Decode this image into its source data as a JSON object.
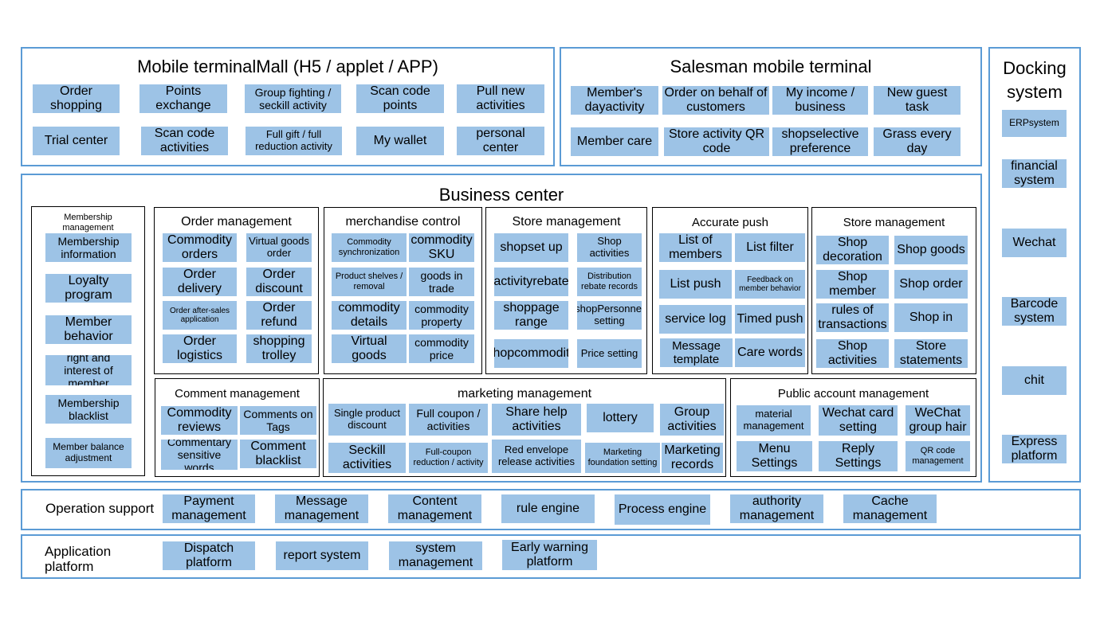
{
  "mobile_mall": {
    "title": "Mobile terminalMall (H5 / applet / APP)",
    "items": [
      "Order shopping",
      "Points exchange",
      "Group fighting / seckill activity",
      "Scan code points",
      "Pull new activities",
      "Trial center",
      "Scan code activities",
      "Full gift / full reduction activity",
      "My wallet",
      "personal center"
    ]
  },
  "salesman": {
    "title": "Salesman mobile terminal",
    "items": [
      "Member's dayactivity",
      "Order on behalf of customers",
      "My income / business",
      "New guest task",
      "Member care",
      "Store activity QR code",
      "shopselective preference",
      "Grass every day"
    ]
  },
  "docking": {
    "title": "Docking system",
    "items": [
      "ERPsystem",
      "financial system",
      "Wechat",
      "Barcode system",
      "chit",
      "Express platform"
    ]
  },
  "business_center": {
    "title": "Business center",
    "membership": {
      "title": "Membership management",
      "items": [
        "Membership information",
        "Loyalty program",
        "Member behavior",
        "right and interest of member",
        "Membership blacklist",
        "Member balance adjustment"
      ]
    },
    "order_management": {
      "title": "Order management",
      "items": [
        "Commodity orders",
        "Virtual goods order",
        "Order delivery",
        "Order discount",
        "Order after-sales application",
        "Order refund",
        "Order logistics",
        "shopping trolley"
      ]
    },
    "merchandise": {
      "title": "merchandise control",
      "items": [
        "Commodity synchronization",
        "commodity SKU",
        "Product shelves / removal",
        "goods in trade",
        "commodity details",
        "commodity property",
        "Virtual goods",
        "commodity price"
      ]
    },
    "store_mgmt_1": {
      "title": "Store management",
      "items": [
        "shopset up",
        "Shop activities",
        "activityrebate",
        "Distribution rebate records",
        "shoppage range",
        "shopPersonnel setting",
        "shopcommodity",
        "Price setting"
      ]
    },
    "accurate_push": {
      "title": "Accurate push",
      "items": [
        "List of members",
        "List filter",
        "List push",
        "Feedback on member behavior",
        "service log",
        "Timed push",
        "Message template",
        "Care words"
      ]
    },
    "store_mgmt_2": {
      "title": "Store management",
      "items": [
        "Shop decoration",
        "Shop goods",
        "Shop member",
        "Shop order",
        "rules of transactions",
        "Shop in",
        "Shop activities",
        "Store statements"
      ]
    },
    "comment_management": {
      "title": "Comment management",
      "items": [
        "Commodity reviews",
        "Comments on Tags",
        "Commentary sensitive words",
        "Comment blacklist"
      ]
    },
    "marketing": {
      "title": "marketing management",
      "items": [
        "Single product discount",
        "Full coupon / activities",
        "Share help activities",
        "lottery",
        "Group activities",
        "Seckill activities",
        "Full-coupon reduction / activity",
        "Red envelope release activities",
        "Marketing foundation setting",
        "Marketing records"
      ]
    },
    "public_account": {
      "title": "Public account management",
      "items": [
        "material management",
        "Wechat card setting",
        "WeChat group hair",
        "Menu Settings",
        "Reply Settings",
        "QR code management"
      ]
    }
  },
  "operation_support": {
    "label": "Operation support",
    "items": [
      "Payment management",
      "Message management",
      "Content management",
      "rule engine",
      "Process engine",
      "authority management",
      "Cache management"
    ]
  },
  "application_platform": {
    "label": "Application platform",
    "items": [
      "Dispatch platform",
      "report system",
      "system management",
      "Early warning platform"
    ]
  },
  "colors": {
    "frame_border": "#5b9bd5",
    "box_fill": "#9dc3e6"
  }
}
